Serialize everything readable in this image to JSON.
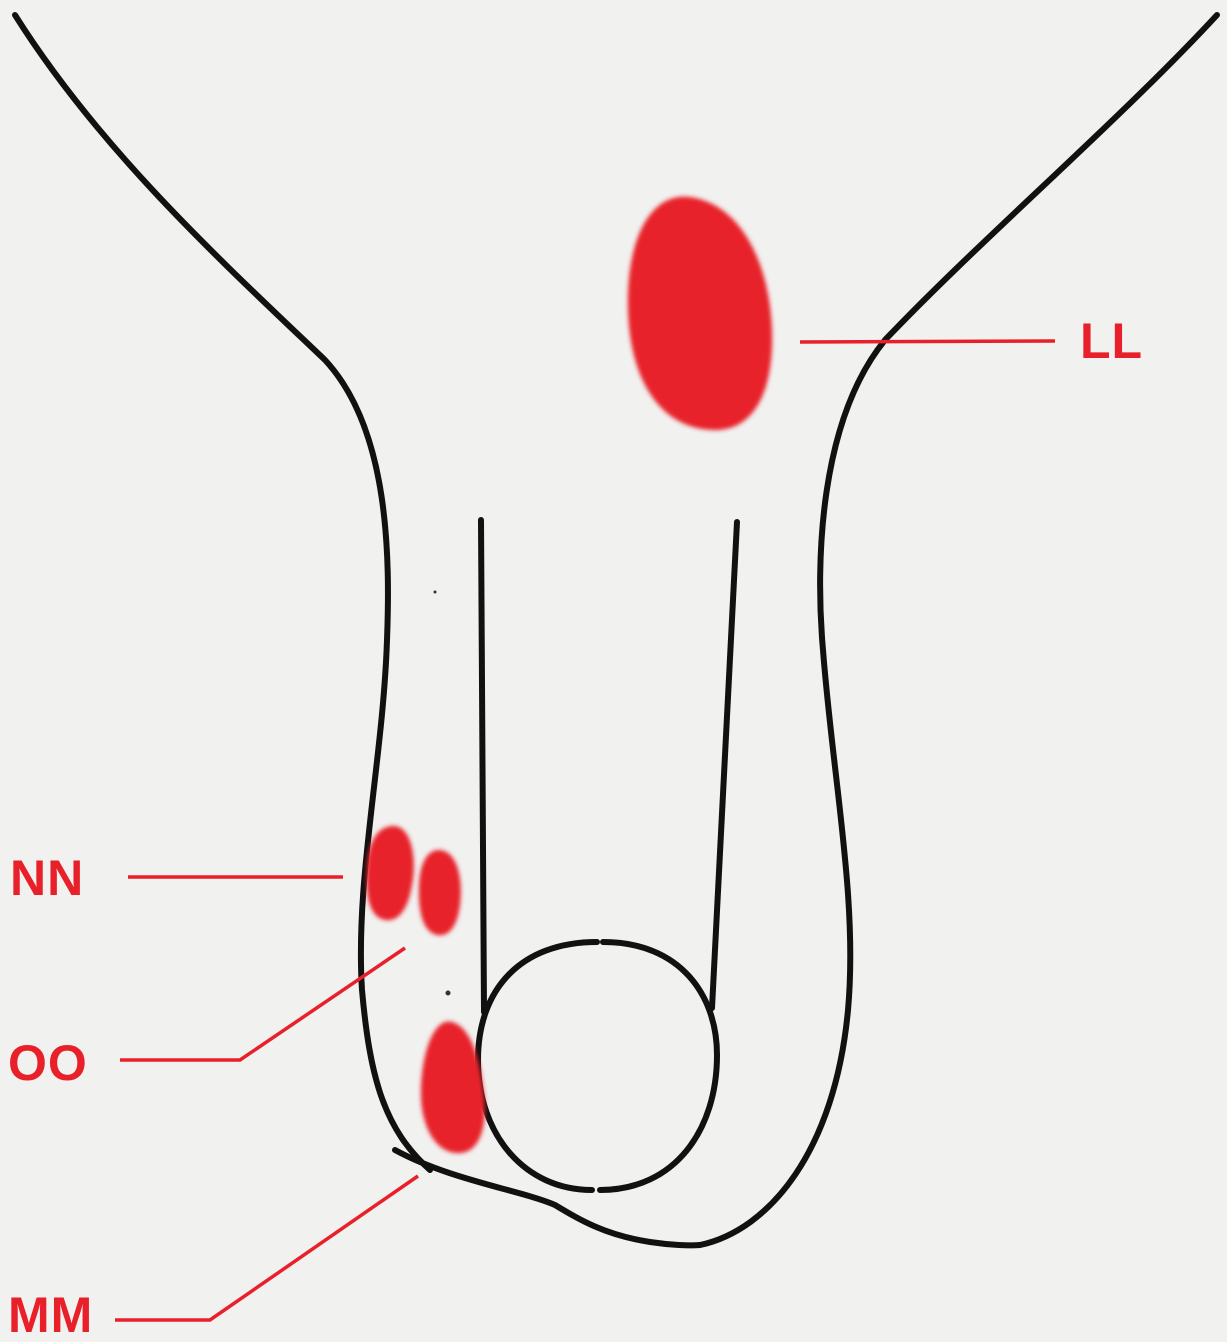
{
  "diagram": {
    "colors": {
      "outline": "#111111",
      "marker": "#e8202a",
      "background": "#f1f1ef"
    },
    "labels": {
      "ll": "LL",
      "nn": "NN",
      "oo": "OO",
      "mm": "MM"
    }
  }
}
